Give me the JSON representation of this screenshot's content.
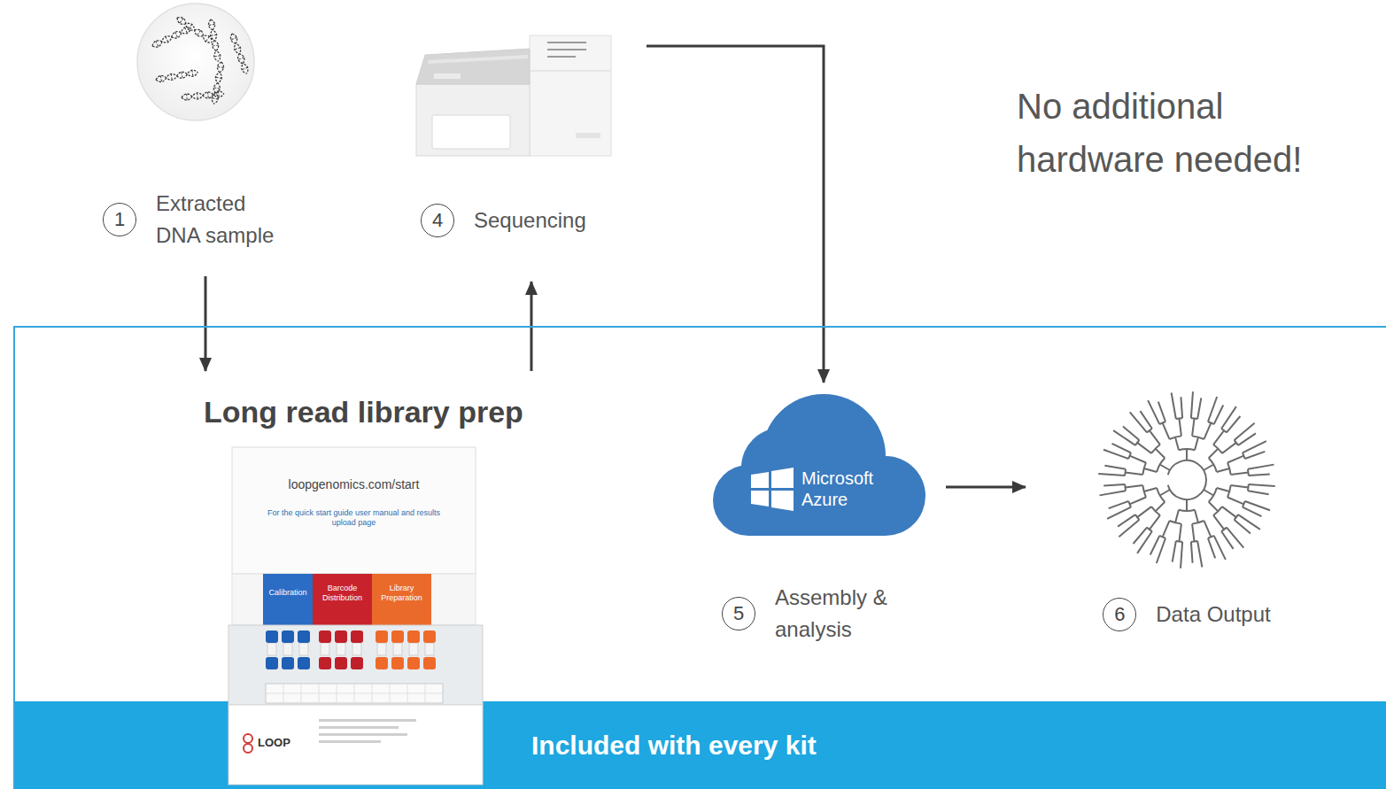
{
  "diagram": {
    "nodes": [
      {
        "text": [
          "1",
          "Extracted DNA sample"
        ]
      },
      {
        "text": [
          "4",
          "Sequencing"
        ]
      },
      {
        "text": [
          "Included with every kit"
        ]
      },
      {
        "text": [
          "Long read library prep"
        ],
        "in": 2
      },
      {
        "text": [
          "Microsoft Azure",
          "5",
          "Assembly & analysis"
        ],
        "in": 2
      },
      {
        "text": [
          "6",
          "Data Output"
        ],
        "in": 2
      }
    ],
    "edges": [
      {
        "from": 0,
        "to": 3,
        "arrow": "to"
      },
      {
        "from": 3,
        "to": 1,
        "arrow": "to"
      },
      {
        "from": 1,
        "to": 4,
        "arrow": "to"
      },
      {
        "from": 4,
        "to": 5,
        "arrow": "to"
      }
    ],
    "labels": [
      "No additional hardware needed!",
      "loopgenomics.com/start",
      "For the quick start guide user manual and results upload page",
      "Calibration",
      "Barcode Distribution",
      "Library Preparation",
      "LOOP"
    ]
  }
}
